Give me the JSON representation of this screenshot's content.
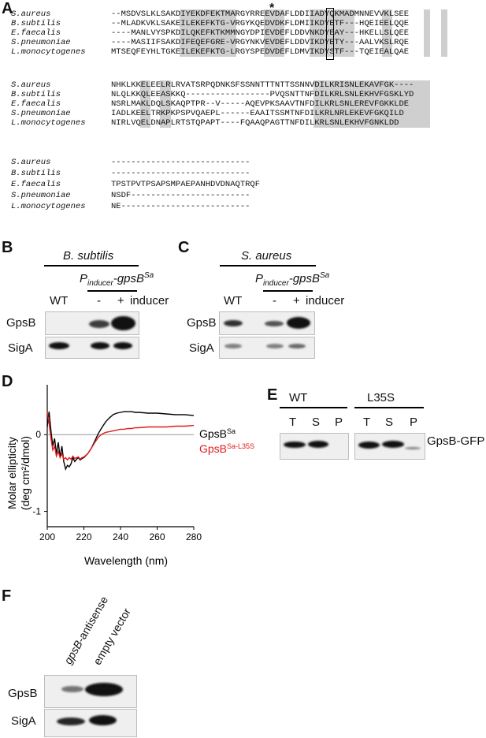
{
  "panels": {
    "A": "A",
    "B": "B",
    "C": "C",
    "D": "D",
    "E": "E",
    "F": "F"
  },
  "alignment": {
    "star": "*",
    "blocks": [
      {
        "rows": [
          {
            "name": "S.aureus",
            "seq": "--MSDVSLKLSAKDIYEKDFEKTMARGYRREEVDAFLDDIIADYQKMADMNNEVVKLSEE"
          },
          {
            "name": "B.subtilis",
            "seq": "--MLADKVKLSAKEILEKEFKTG-VRGYKQEDVDKFLDMIIKDYETF---HQEIEELQQE"
          },
          {
            "name": "E.faecalis",
            "seq": "----MANLVYSPKDILQKEFKTKMMNGYDPIEVDEFLDDVNKDYEAY---HKELLSLQEE"
          },
          {
            "name": "S.pneumoniae",
            "seq": "----MASIIFSAKDIFEQEFGRE-VRGYNKVEVDEFLDDVIKDYETY---AALVKSLRQE"
          },
          {
            "name": "L.monocytogenes",
            "seq": "MTSEQFEYHLTGKEILEKEFKTG-LRGYSPEDVDEFLDMVIKDYSTF---TQEIEALQAE"
          }
        ]
      },
      {
        "rows": [
          {
            "name": "S.aureus",
            "seq": "NHKLKKELEELRLRVATSRPQDNKSFSSNNTTTNTTSSNNVDILKRISNLEKAVFGK----"
          },
          {
            "name": "B.subtilis",
            "seq": "NLQLKKQLEEASKKQ-----------------PVQSNTTNFDILKRLSNLEKHVFGSKLYD"
          },
          {
            "name": "E.faecalis",
            "seq": "NSRLMAKLDQLSKAQPTPR--V-----AQEVPKSAAVTNFDILKRLSNLEREVFGKKLDE"
          },
          {
            "name": "S.pneumoniae",
            "seq": "IADLKEELTRKPKPSPVQAEPL------EAAITSSMTNFDILKRLNRLEKEVFGKQILD"
          },
          {
            "name": "L.monocytogenes",
            "seq": "NIRLVQELDNAPLRTSTQPAPT----FQAAQPAGTTNFDILKRLSNLEKHVFGNKLDD"
          }
        ]
      },
      {
        "rows": [
          {
            "name": "S.aureus",
            "seq": "----------------------------"
          },
          {
            "name": "B.subtilis",
            "seq": "----------------------------"
          },
          {
            "name": "E.faecalis",
            "seq": "TPSTPVTPSAPSMPAEPANHDVDNAQTRQF"
          },
          {
            "name": "S.pneumoniae",
            "seq": "NSDF------------------------"
          },
          {
            "name": "L.monocytogenes",
            "seq": "NE--------------------------"
          }
        ]
      }
    ]
  },
  "panelB": {
    "species": "B. subtilis",
    "construct_p": "P",
    "construct_sub": "inducer",
    "construct_gene": "-gpsB",
    "construct_sup": "Sa",
    "lanes": {
      "wt": "WT",
      "minus": "-",
      "plus": "+",
      "inducer": "inducer"
    },
    "rows": {
      "gpsb": "GpsB",
      "siga": "SigA"
    }
  },
  "panelC": {
    "species": "S. aureus",
    "construct_p": "P",
    "construct_sub": "inducer",
    "construct_gene": "-gpsB",
    "construct_sup": "Sa",
    "lanes": {
      "wt": "WT",
      "minus": "-",
      "plus": "+",
      "inducer": "inducer"
    },
    "rows": {
      "gpsb": "GpsB",
      "siga": "SigA"
    }
  },
  "panelE": {
    "groups": [
      "WT",
      "L35S"
    ],
    "lanes": [
      "T",
      "S",
      "P",
      "T",
      "S",
      "P"
    ],
    "protein": "GpsB-GFP"
  },
  "panelF": {
    "lanes": {
      "a_gene": "gpsB",
      "a_rest": "-antisense",
      "b": "empty vector"
    },
    "rows": {
      "gpsb": "GpsB",
      "siga": "SigA"
    }
  },
  "chart_data": {
    "type": "line",
    "xlabel": "Wavelength (nm)",
    "ylabel_1": "Molar ellipticity",
    "ylabel_2": "(deg cm²/dmol)",
    "xlim": [
      200,
      280
    ],
    "ylim": [
      -1.2,
      0.65
    ],
    "xticks": [
      "200",
      "220",
      "240",
      "260",
      "280"
    ],
    "yticks": [
      "-1",
      "0"
    ],
    "series": [
      {
        "name": "GpsB",
        "name_sup": "Sa",
        "color": "#000000",
        "x": [
          200,
          201,
          202,
          203,
          204,
          205,
          206,
          207,
          208,
          209,
          210,
          211,
          212,
          213,
          214,
          215,
          216,
          217,
          218,
          219,
          220,
          222,
          224,
          226,
          228,
          230,
          232,
          234,
          236,
          238,
          240,
          242,
          244,
          246,
          248,
          250,
          255,
          260,
          265,
          270,
          275,
          280
        ],
        "y": [
          0.1,
          0.3,
          0.05,
          -0.15,
          -0.05,
          -0.25,
          -0.1,
          -0.3,
          -0.15,
          -0.35,
          -0.45,
          -0.4,
          -0.42,
          -0.38,
          -0.3,
          -0.35,
          -0.32,
          -0.3,
          -0.33,
          -0.31,
          -0.3,
          -0.25,
          -0.18,
          -0.08,
          0.02,
          0.1,
          0.17,
          0.22,
          0.26,
          0.28,
          0.29,
          0.3,
          0.3,
          0.3,
          0.29,
          0.29,
          0.28,
          0.28,
          0.27,
          0.26,
          0.26,
          0.25
        ]
      },
      {
        "name": "GpsB",
        "name_sup": "Sa-L35S",
        "color": "#e01b1b",
        "x": [
          200,
          201,
          202,
          203,
          204,
          205,
          206,
          207,
          208,
          209,
          210,
          211,
          212,
          213,
          214,
          215,
          216,
          217,
          218,
          219,
          220,
          222,
          224,
          226,
          228,
          230,
          232,
          234,
          236,
          238,
          240,
          242,
          244,
          246,
          248,
          250,
          255,
          260,
          265,
          270,
          275,
          280
        ],
        "y": [
          0.3,
          0.15,
          -0.05,
          -0.2,
          -0.15,
          -0.28,
          -0.22,
          -0.3,
          -0.25,
          -0.32,
          -0.3,
          -0.33,
          -0.3,
          -0.32,
          -0.28,
          -0.31,
          -0.3,
          -0.29,
          -0.32,
          -0.3,
          -0.29,
          -0.25,
          -0.18,
          -0.1,
          -0.03,
          0.01,
          0.03,
          0.04,
          0.05,
          0.06,
          0.07,
          0.07,
          0.08,
          0.08,
          0.09,
          0.09,
          0.1,
          0.1,
          0.1,
          0.11,
          0.11,
          0.12
        ]
      }
    ]
  }
}
